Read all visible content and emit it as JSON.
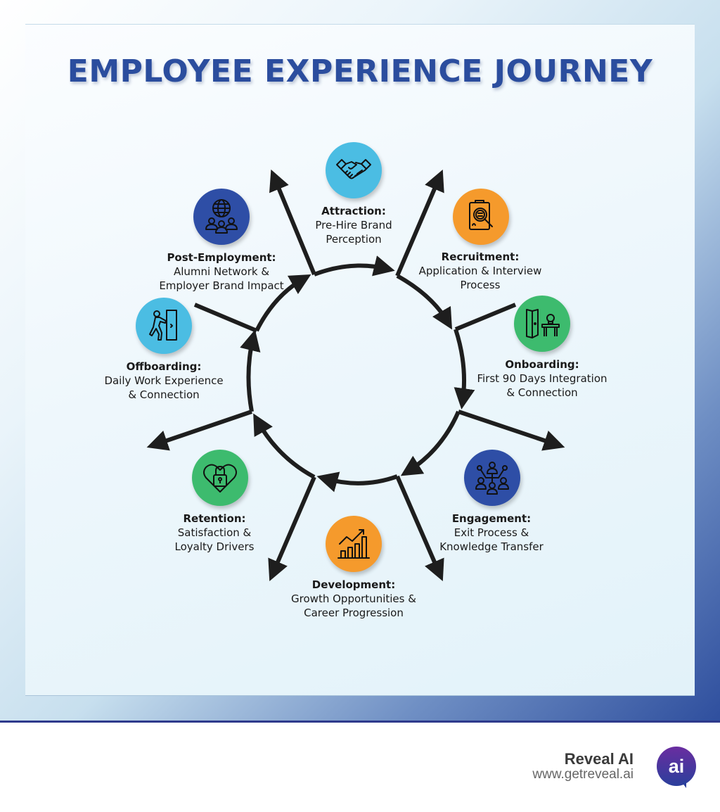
{
  "title": "EMPLOYEE EXPERIENCE JOURNEY",
  "colors": {
    "title": "#2b4d9e",
    "light_blue": "#4bbde3",
    "orange": "#f59a2c",
    "green": "#3dbb6e",
    "dark_blue": "#2e4ea6",
    "arrow": "#1e1e1e"
  },
  "stages": [
    {
      "id": "attraction",
      "title": "Attraction:",
      "lines": [
        "Pre-Hire Brand",
        "Perception"
      ],
      "icon": "handshake-icon",
      "color": "#4bbde3"
    },
    {
      "id": "recruitment",
      "title": "Recruitment:",
      "lines": [
        "Application & Interview",
        "Process"
      ],
      "icon": "clipboard-search-icon",
      "color": "#f59a2c"
    },
    {
      "id": "onboarding",
      "title": "Onboarding:",
      "lines": [
        "First 90 Days Integration",
        "& Connection"
      ],
      "icon": "door-desk-icon",
      "color": "#3dbb6e"
    },
    {
      "id": "engagement",
      "title": "Engagement:",
      "lines": [
        "Exit Process &",
        "Knowledge Transfer"
      ],
      "icon": "team-network-icon",
      "color": "#2e4ea6"
    },
    {
      "id": "development",
      "title": "Development:",
      "lines": [
        "Growth Opportunities &",
        "Career Progression"
      ],
      "icon": "growth-chart-icon",
      "color": "#f59a2c"
    },
    {
      "id": "retention",
      "title": "Retention:",
      "lines": [
        "Satisfaction &",
        "Loyalty Drivers"
      ],
      "icon": "heart-lock-icon",
      "color": "#3dbb6e"
    },
    {
      "id": "offboarding",
      "title": "Offboarding:",
      "lines": [
        "Daily Work Experience",
        "& Connection"
      ],
      "icon": "person-exit-door-icon",
      "color": "#4bbde3"
    },
    {
      "id": "post_employment",
      "title": "Post-Employment:",
      "lines": [
        "Alumni Network &",
        "Employer Brand Impact"
      ],
      "icon": "globe-people-icon",
      "color": "#2e4ea6"
    }
  ],
  "footer": {
    "brand_name": "Reveal AI",
    "brand_url": "www.getreveal.ai",
    "logo_text": "ai"
  }
}
